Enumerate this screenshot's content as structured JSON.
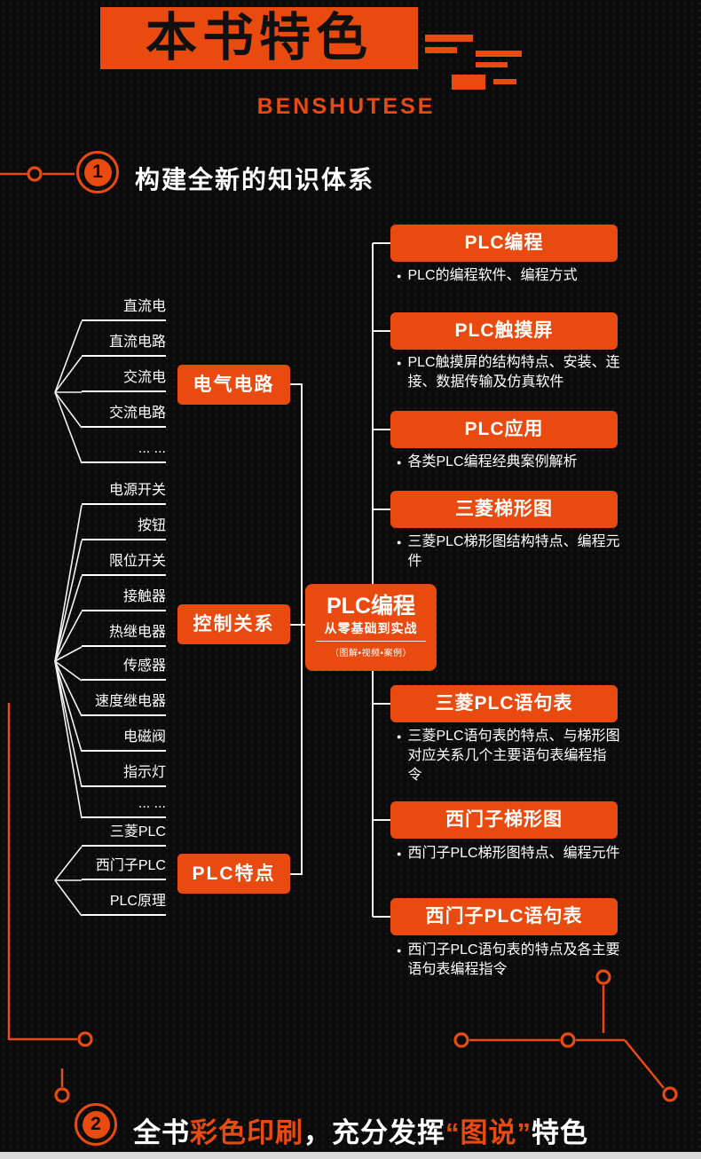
{
  "colors": {
    "accent": "#e84a10",
    "background": "#0b0b0b"
  },
  "header": {
    "title": "本书特色",
    "subtitle": "BENSHUTESE"
  },
  "section1": {
    "number": "1",
    "heading": "构建全新的知识体系"
  },
  "diagram": {
    "center": {
      "title": "PLC编程",
      "subtitle": "从零基础到实战",
      "note": "（图解•视频•案例）"
    },
    "branches": [
      {
        "label": "电气电路",
        "leaves": [
          "直流电",
          "直流电路",
          "交流电",
          "交流电路",
          "... ..."
        ]
      },
      {
        "label": "控制关系",
        "leaves": [
          "电源开关",
          "按钮",
          "限位开关",
          "接触器",
          "热继电器",
          "传感器",
          "速度继电器",
          "电磁阀",
          "指示灯",
          "... ..."
        ]
      },
      {
        "label": "PLC特点",
        "leaves": [
          "三菱PLC",
          "西门子PLC",
          "PLC原理"
        ]
      }
    ],
    "topics": [
      {
        "title": "PLC编程",
        "desc": "PLC的编程软件、编程方式"
      },
      {
        "title": "PLC触摸屏",
        "desc": "PLC触摸屏的结构特点、安装、连接、数据传输及仿真软件"
      },
      {
        "title": "PLC应用",
        "desc": "各类PLC编程经典案例解析"
      },
      {
        "title": "三菱梯形图",
        "desc": "三菱PLC梯形图结构特点、编程元件"
      },
      {
        "title": "三菱PLC语句表",
        "desc": "三菱PLC语句表的特点、与梯形图对应关系几个主要语句表编程指令"
      },
      {
        "title": "西门子梯形图",
        "desc": "西门子PLC梯形图特点、编程元件"
      },
      {
        "title": "西门子PLC语句表",
        "desc": "西门子PLC语句表的特点及各主要语句表编程指令"
      }
    ]
  },
  "section2": {
    "number": "2",
    "parts": [
      "全书",
      "彩色印刷",
      "，充分发挥",
      "“",
      "图说",
      "”",
      "特色"
    ]
  }
}
